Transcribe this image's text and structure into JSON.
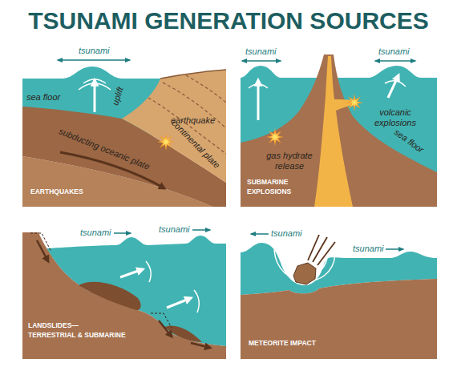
{
  "diagram": {
    "title": "TSUNAMI GENERATION SOURCES",
    "nodes": [
      {
        "text": [
          "EARTHQUAKES"
        ]
      },
      {
        "text": [
          "SUBMARINE EXPLOSIONS"
        ]
      },
      {
        "text": [
          "LANDSLIDES— TERRESTRIAL & SUBMARINE"
        ]
      },
      {
        "text": [
          "METEORITE IMPACT"
        ]
      }
    ],
    "labels": [
      "tsunami",
      "sea floor",
      "uplift",
      "earthquake",
      "continental plate",
      "subducting oceanic plate",
      "tsunami",
      "tsunami",
      "volcanic explosions",
      "sea floor",
      "gas hydrate release",
      "tsunami",
      "tsunami",
      "tsunami",
      "tsunami"
    ]
  }
}
